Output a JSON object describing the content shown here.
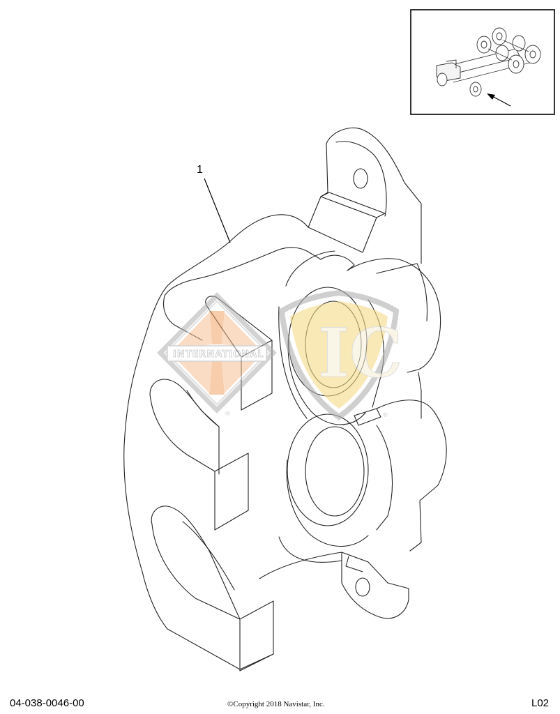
{
  "diagram": {
    "callouts": [
      {
        "id": "1",
        "label": "1"
      }
    ]
  },
  "watermark": {
    "international_text": "INTERNATIONAL",
    "ic_text": "IC",
    "registered_mark": "®",
    "colors": {
      "orange": "#f2a66a",
      "yellow": "#f6dc86",
      "gray": "#b0b0b0"
    }
  },
  "footer": {
    "part_number": "04-038-0046-00",
    "copyright": "©Copyright 2018 Navistar, Inc.",
    "page_code": "L02"
  }
}
